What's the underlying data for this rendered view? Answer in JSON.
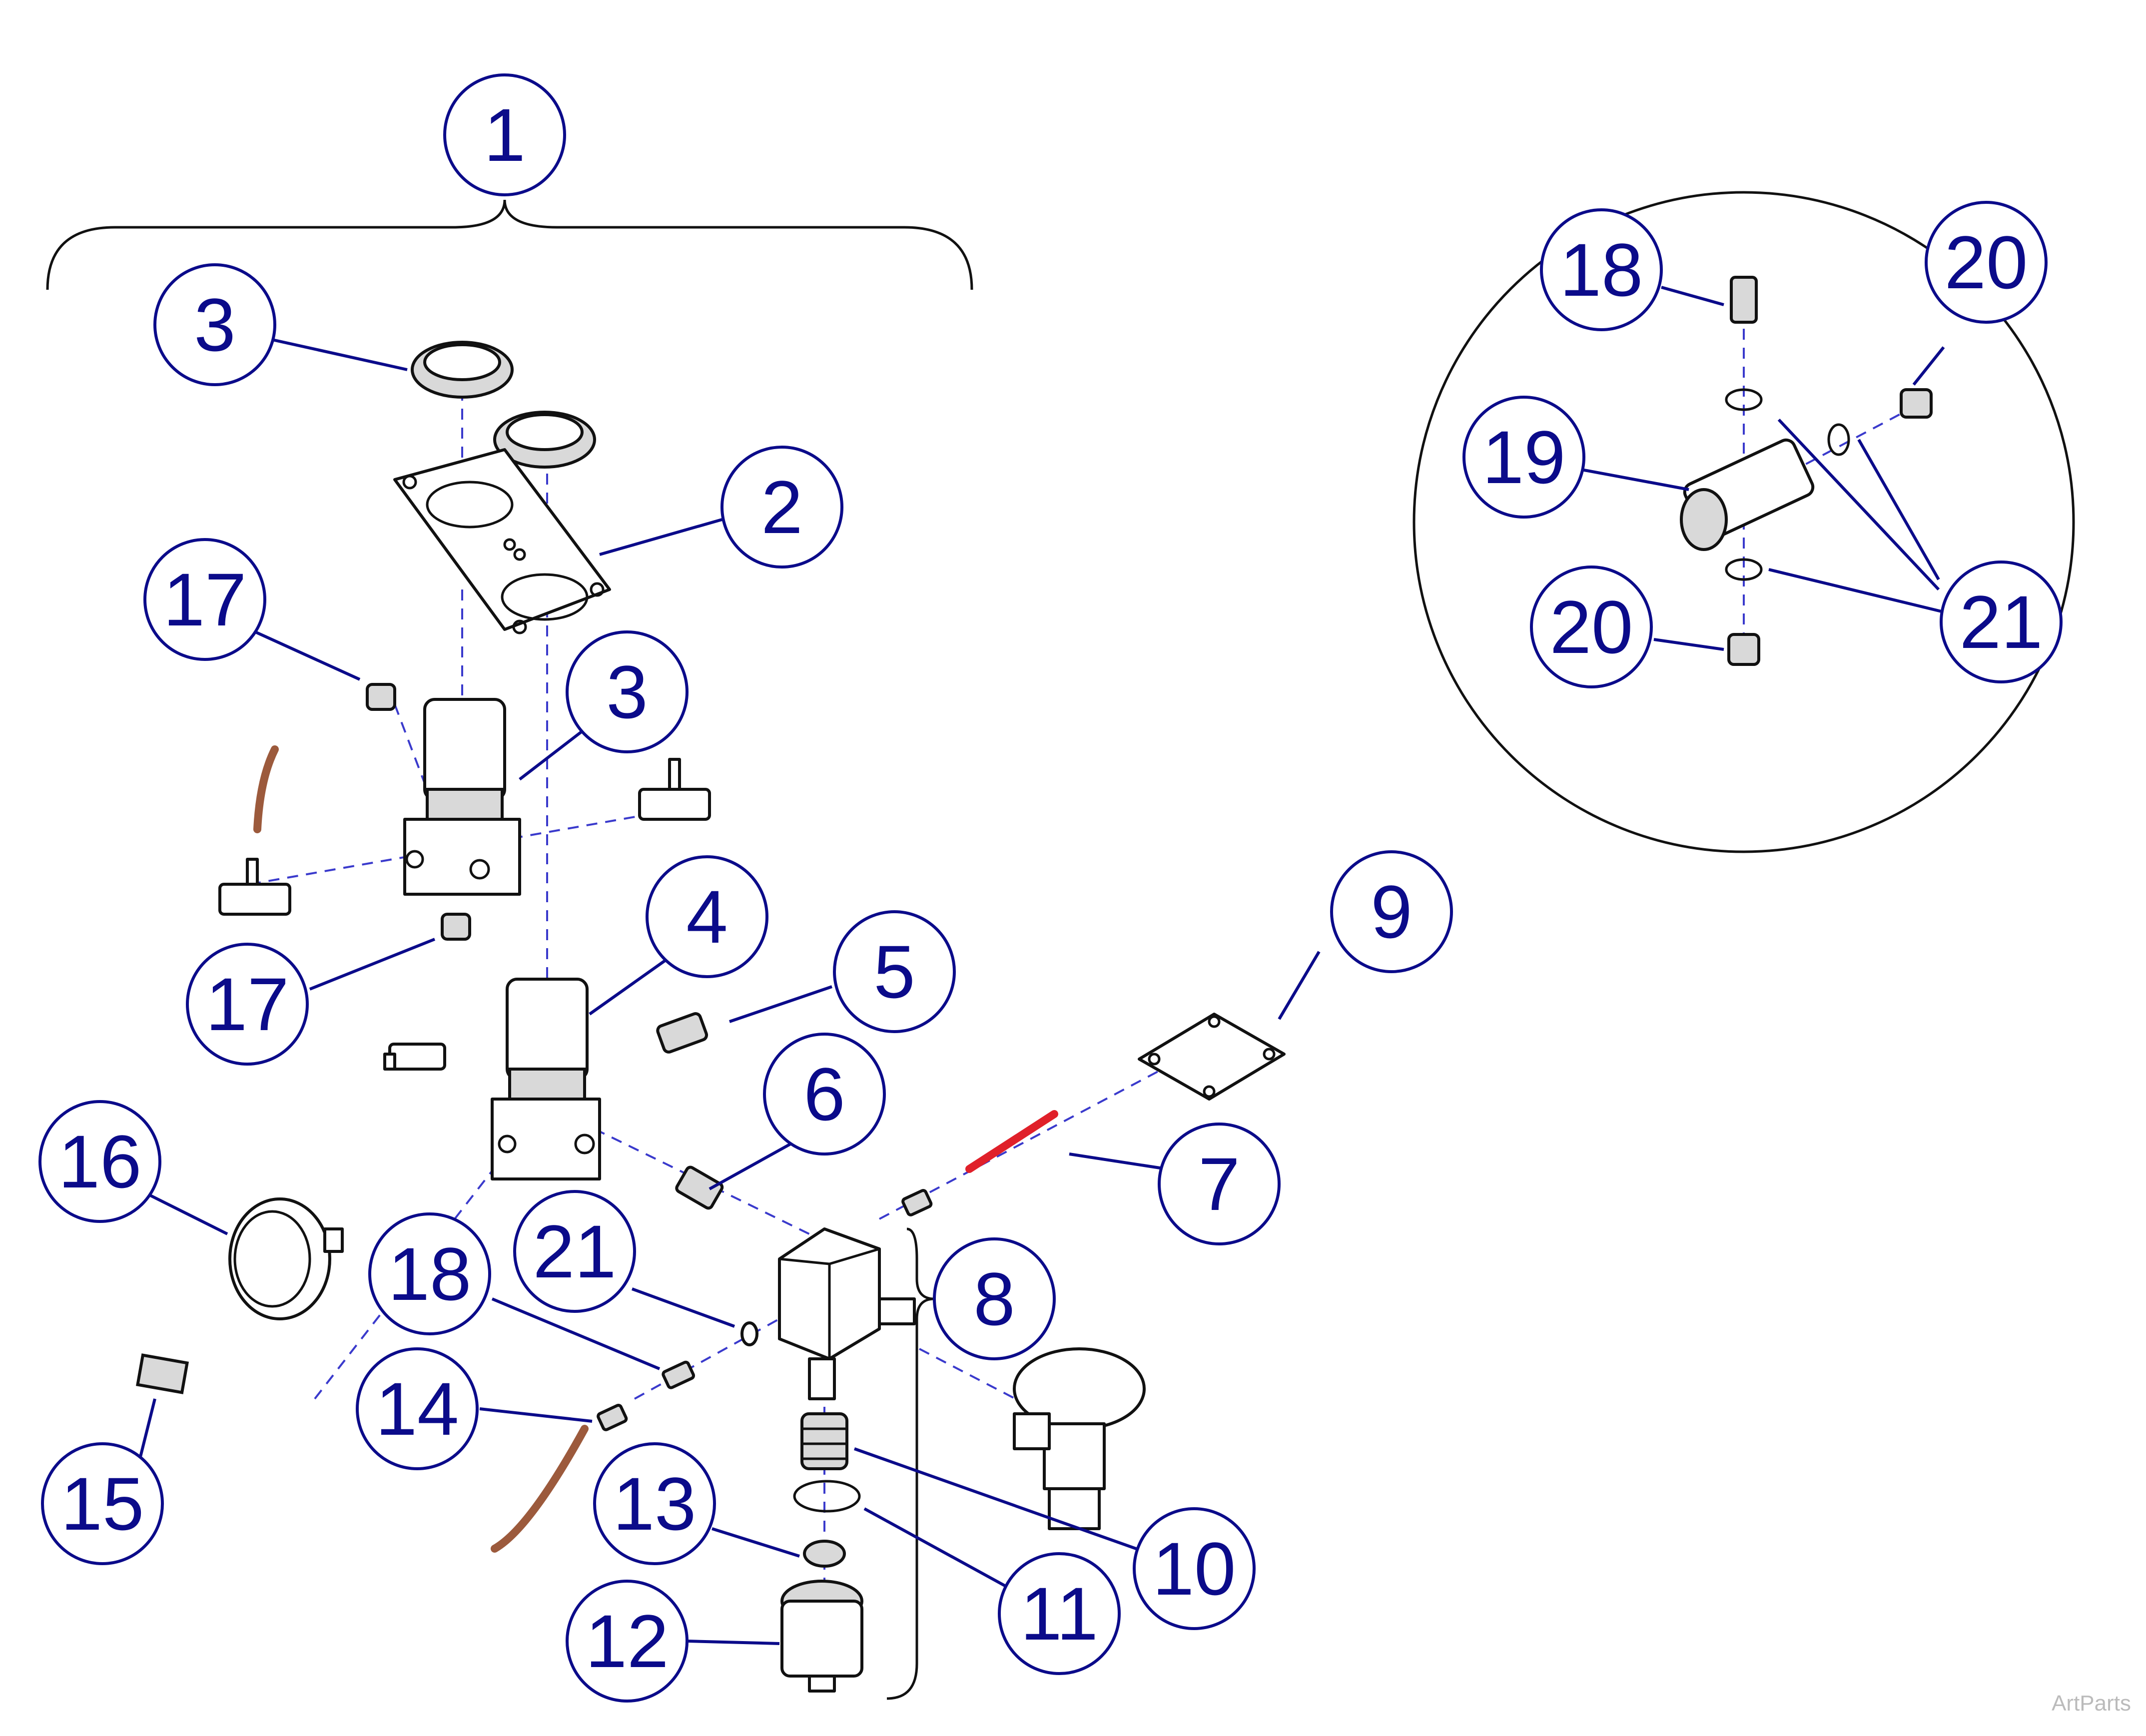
{
  "watermark": "ArtParts",
  "colors": {
    "callout": "#0b0b8a",
    "tubing": "#9c5a3c",
    "highlight": "#e0202a"
  },
  "callouts": [
    {
      "id": "c1",
      "label": "1"
    },
    {
      "id": "c3a",
      "label": "3"
    },
    {
      "id": "c2",
      "label": "2"
    },
    {
      "id": "c17a",
      "label": "17"
    },
    {
      "id": "c3b",
      "label": "3"
    },
    {
      "id": "c4",
      "label": "4"
    },
    {
      "id": "c17b",
      "label": "17"
    },
    {
      "id": "c5",
      "label": "5"
    },
    {
      "id": "c6",
      "label": "6"
    },
    {
      "id": "c9",
      "label": "9"
    },
    {
      "id": "c16",
      "label": "16"
    },
    {
      "id": "c18b",
      "label": "18"
    },
    {
      "id": "c21b",
      "label": "21"
    },
    {
      "id": "c7",
      "label": "7"
    },
    {
      "id": "c8",
      "label": "8"
    },
    {
      "id": "c14",
      "label": "14"
    },
    {
      "id": "c15",
      "label": "15"
    },
    {
      "id": "c13",
      "label": "13"
    },
    {
      "id": "c10",
      "label": "10"
    },
    {
      "id": "c11",
      "label": "11"
    },
    {
      "id": "c12",
      "label": "12"
    },
    {
      "id": "c18a",
      "label": "18"
    },
    {
      "id": "c20a",
      "label": "20"
    },
    {
      "id": "c19",
      "label": "19"
    },
    {
      "id": "c20b",
      "label": "20"
    },
    {
      "id": "c21a",
      "label": "21"
    }
  ]
}
